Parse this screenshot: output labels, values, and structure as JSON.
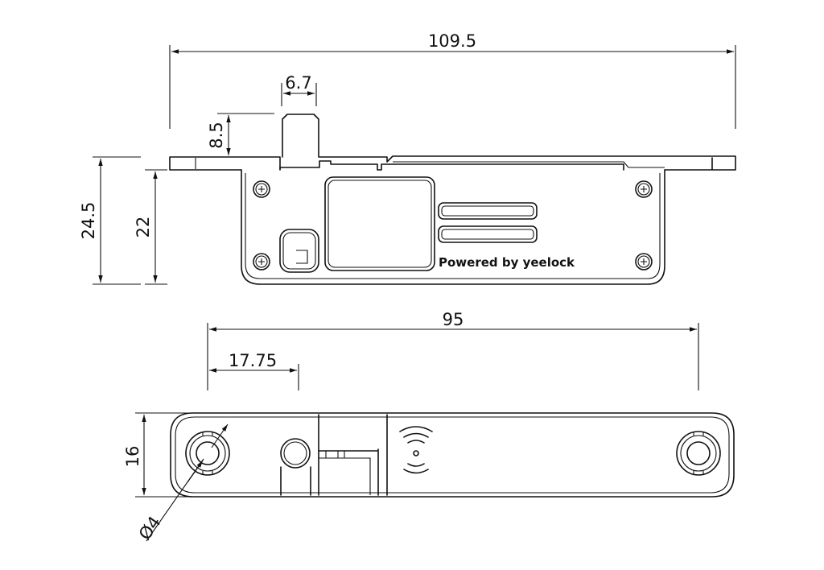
{
  "dimensions": {
    "overall_length": "109.5",
    "pin_width": "6.7",
    "pin_height": "8.5",
    "total_height": "24.5",
    "body_height": "22",
    "mount_spacing": "95",
    "pin_offset": "17.75",
    "width": "16",
    "hole_diameter": "Ø4"
  },
  "label": {
    "brand_text": "Powered by yeelock"
  },
  "colors": {
    "stroke": "#111111",
    "background": "#ffffff"
  }
}
